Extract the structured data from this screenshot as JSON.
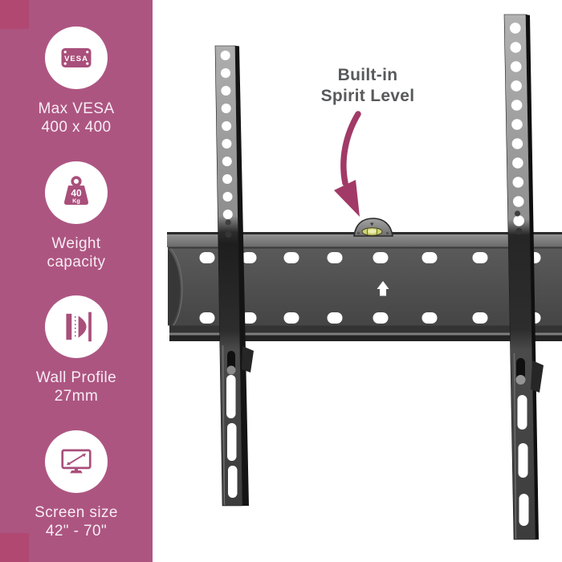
{
  "sidebar": {
    "background_color": "#ad5581",
    "corner_accent_color": "#b04872",
    "icon_color": "#a94f7b",
    "text_color": "#f7ecf3",
    "features": [
      {
        "icon": "vesa-plate-icon",
        "line1": "Max VESA",
        "line2": "400 x 400",
        "icon_text": "VESA"
      },
      {
        "icon": "weight-icon",
        "line1": "Weight",
        "line2": "capacity",
        "icon_value": "40",
        "icon_unit": "Kg"
      },
      {
        "icon": "wall-profile-icon",
        "line1": "Wall Profile",
        "line2": "27mm"
      },
      {
        "icon": "screen-size-icon",
        "line1": "Screen size",
        "line2": "42\" - 70\""
      }
    ]
  },
  "main": {
    "annotation": {
      "line1": "Built-in",
      "line2": "Spirit Level",
      "text_color": "#58595b",
      "arrow_color": "#a13a66"
    }
  }
}
